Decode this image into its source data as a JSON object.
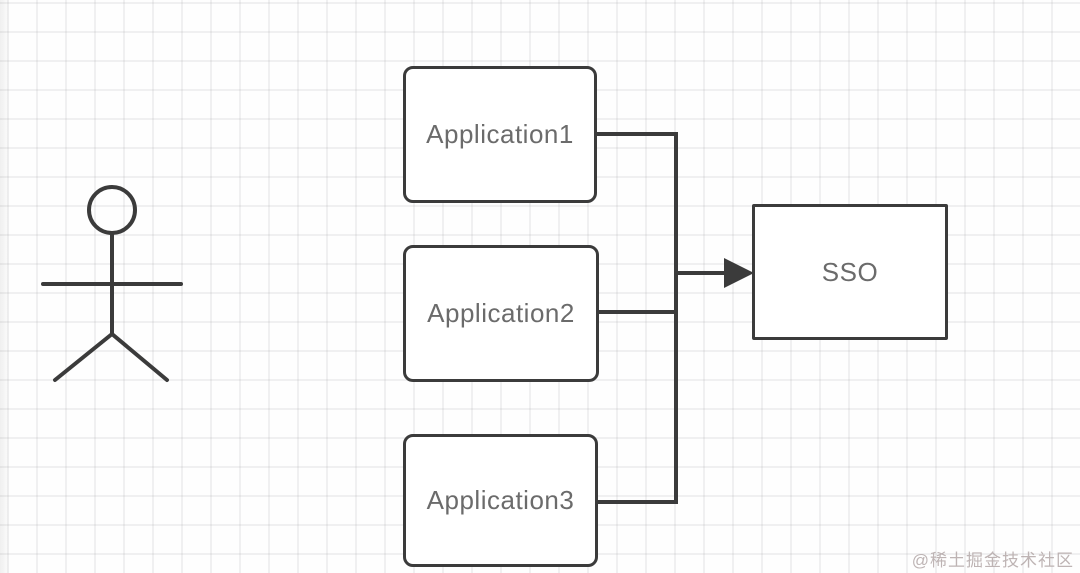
{
  "diagram": {
    "description": "SSO single sign-on architecture sketch",
    "nodes": [
      {
        "id": "application1",
        "label": "Application1"
      },
      {
        "id": "application2",
        "label": "Application2"
      },
      {
        "id": "application3",
        "label": "Application3"
      },
      {
        "id": "sso",
        "label": "SSO"
      }
    ],
    "actor": "user-stick-figure",
    "connections": [
      "Application1 -> trunk",
      "Application2 -> trunk",
      "Application3 -> trunk",
      "trunk -> SSO (arrow)"
    ]
  },
  "watermark": {
    "text": "@稀土掘金技术社区"
  },
  "colors": {
    "line": "#3b3b3b",
    "label": "#6b6b6b",
    "grid": "#ececec",
    "background": "#fefefe",
    "watermark": "#b3a8a8"
  }
}
